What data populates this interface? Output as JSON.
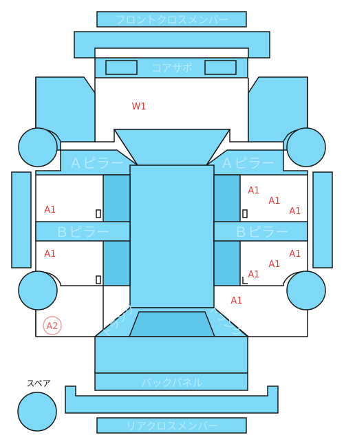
{
  "parts": {
    "front_cross_member": "フロントクロスメンバー",
    "core_support": "コアサポ",
    "a_pillar_left": "Ａピラー",
    "a_pillar_right": "Ａピラー",
    "b_pillar_left": "Ｂピラー",
    "b_pillar_right": "Ｂピラー",
    "back_panel": "バックパネル",
    "rear_cross_member": "リアクロスメンバー",
    "trunk_left": "トランク",
    "trunk_right": "トランク",
    "spare": "スペア"
  },
  "damage_marks": [
    {
      "id": "w1",
      "code": "W1"
    },
    {
      "id": "a1-left-upper",
      "code": "A1"
    },
    {
      "id": "a1-left-lower",
      "code": "A1"
    },
    {
      "id": "a1-right-1",
      "code": "A1"
    },
    {
      "id": "a1-right-2",
      "code": "A1"
    },
    {
      "id": "a1-right-3",
      "code": "A1"
    },
    {
      "id": "a1-right-4",
      "code": "A1"
    },
    {
      "id": "a1-right-5",
      "code": "A1"
    },
    {
      "id": "a1-right-6",
      "code": "A1"
    },
    {
      "id": "a1-rear-right",
      "code": "A1"
    },
    {
      "id": "a2-rear-left",
      "code": "A2"
    }
  ],
  "colors": {
    "part_fill": "#7dd9f5",
    "part_label": "#b4ecff",
    "mark": "#e83a3a",
    "outline": "#1b1b1b"
  }
}
